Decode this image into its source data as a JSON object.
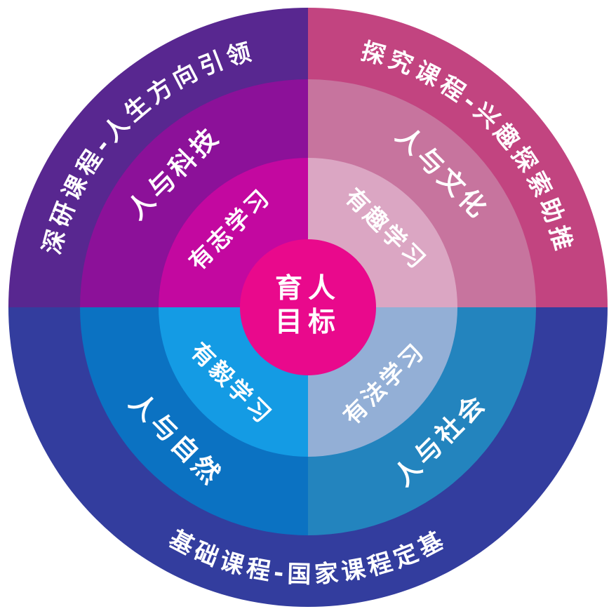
{
  "center": {
    "line1": "育人",
    "line2": "目标"
  },
  "inner_ring": {
    "top_left": "有志学习",
    "top_right": "有趣学习",
    "bottom_left": "有毅学习",
    "bottom_right": "有法学习"
  },
  "middle_ring": {
    "top_left": "人与科技",
    "top_right": "人与文化",
    "bottom_left": "人与自然",
    "bottom_right": "人与社会"
  },
  "outer_ring": {
    "top_left": "深研课程-人生方向引领",
    "top_right": "探究课程-兴趣探索助推",
    "bottom": "基础课程-国家课程定基"
  },
  "colors": {
    "center": "#E9098C",
    "inner_top_left": "#C308A0",
    "inner_top_right": "#DBA6C3",
    "inner_bottom_left": "#149BE4",
    "inner_bottom_right": "#93AFD6",
    "middle_top_left": "#8C1199",
    "middle_top_right": "#C7749E",
    "middle_bottom_left": "#0B72C2",
    "middle_bottom_right": "#2384BE",
    "outer_top_left": "#582790",
    "outer_top_right": "#C24480",
    "outer_bottom": "#333D9E",
    "label_text": "#FFFFFF"
  }
}
